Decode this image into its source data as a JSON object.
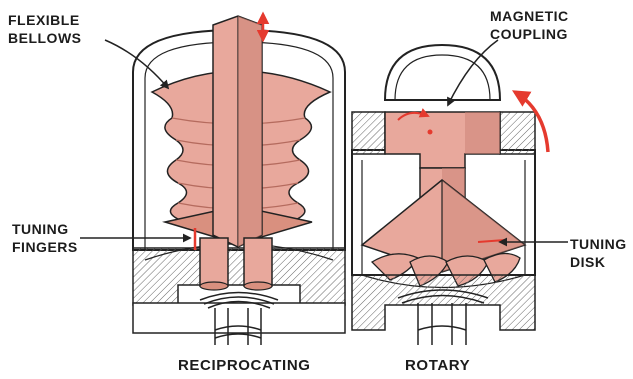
{
  "labels": {
    "flexible_bellows_1": "FLEXIBLE",
    "flexible_bellows_2": "BELLOWS",
    "tuning_fingers_1": "TUNING",
    "tuning_fingers_2": "FINGERS",
    "magnetic_coupling_1": "MAGNETIC",
    "magnetic_coupling_2": "COUPLING",
    "tuning_disk_1": "TUNING",
    "tuning_disk_2": "DISK"
  },
  "captions": {
    "left": "RECIPROCATING",
    "right": "ROTARY"
  },
  "colors": {
    "fill": "#e8a89c",
    "fill_dark": "#c98073",
    "arrow": "#e53a2e",
    "line": "#222222"
  }
}
